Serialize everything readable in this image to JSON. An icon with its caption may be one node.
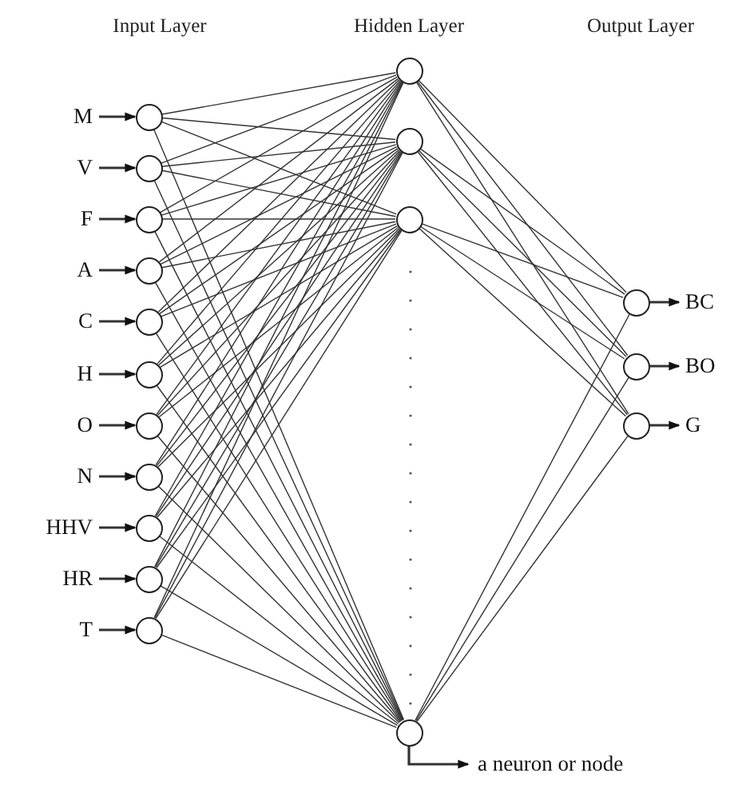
{
  "diagram": {
    "nodes": [
      {
        "text": [
          "M"
        ]
      },
      {
        "text": [
          "V"
        ]
      },
      {
        "text": [
          "F"
        ]
      },
      {
        "text": [
          "A"
        ]
      },
      {
        "text": [
          "C"
        ]
      },
      {
        "text": [
          "H"
        ]
      },
      {
        "text": [
          "O"
        ]
      },
      {
        "text": [
          "N"
        ]
      },
      {
        "text": [
          "HHV"
        ]
      },
      {
        "text": [
          "HR"
        ]
      },
      {
        "text": [
          "T"
        ]
      },
      {
        "text": [],
        "shape": "circle"
      },
      {
        "text": [],
        "shape": "circle"
      },
      {
        "text": [],
        "shape": "circle"
      },
      {
        "text": [],
        "shape": "circle"
      },
      {
        "text": [],
        "shape": "circle"
      },
      {
        "text": [],
        "shape": "circle"
      },
      {
        "text": [],
        "shape": "circle"
      },
      {
        "text": [],
        "shape": "circle"
      },
      {
        "text": [],
        "shape": "circle"
      },
      {
        "text": [],
        "shape": "circle"
      },
      {
        "text": [],
        "shape": "circle"
      },
      {
        "text": [],
        "shape": "circle"
      },
      {
        "text": [],
        "shape": "circle"
      },
      {
        "text": [],
        "shape": "circle"
      },
      {
        "text": [],
        "shape": "circle"
      },
      {
        "text": [],
        "shape": "circle"
      },
      {
        "text": [],
        "shape": "circle"
      },
      {
        "text": [],
        "shape": "circle"
      },
      {
        "text": [
          "BC"
        ]
      },
      {
        "text": [
          "BO"
        ]
      },
      {
        "text": [
          "G"
        ]
      },
      {
        "text": [
          "a neuron or node"
        ]
      }
    ],
    "edges": [
      {
        "from": 0,
        "to": 11,
        "arrow": "to"
      },
      {
        "from": 1,
        "to": 12,
        "arrow": "to"
      },
      {
        "from": 2,
        "to": 13,
        "arrow": "to"
      },
      {
        "from": 3,
        "to": 14,
        "arrow": "to"
      },
      {
        "from": 4,
        "to": 15,
        "arrow": "to"
      },
      {
        "from": 5,
        "to": 16,
        "arrow": "to"
      },
      {
        "from": 6,
        "to": 17,
        "arrow": "to"
      },
      {
        "from": 7,
        "to": 18,
        "arrow": "to"
      },
      {
        "from": 8,
        "to": 19,
        "arrow": "to"
      },
      {
        "from": 9,
        "to": 20,
        "arrow": "to"
      },
      {
        "from": 10,
        "to": 21,
        "arrow": "to"
      },
      {
        "from": 11,
        "to": 22,
        "arrow": "none"
      },
      {
        "from": 11,
        "to": 23,
        "arrow": "none"
      },
      {
        "from": 11,
        "to": 24,
        "arrow": "none"
      },
      {
        "from": 11,
        "to": 25,
        "arrow": "none"
      },
      {
        "from": 12,
        "to": 22,
        "arrow": "none"
      },
      {
        "from": 12,
        "to": 23,
        "arrow": "none"
      },
      {
        "from": 12,
        "to": 24,
        "arrow": "none"
      },
      {
        "from": 12,
        "to": 25,
        "arrow": "none"
      },
      {
        "from": 13,
        "to": 22,
        "arrow": "none"
      },
      {
        "from": 13,
        "to": 23,
        "arrow": "none"
      },
      {
        "from": 13,
        "to": 24,
        "arrow": "none"
      },
      {
        "from": 13,
        "to": 25,
        "arrow": "none"
      },
      {
        "from": 14,
        "to": 22,
        "arrow": "none"
      },
      {
        "from": 14,
        "to": 23,
        "arrow": "none"
      },
      {
        "from": 14,
        "to": 24,
        "arrow": "none"
      },
      {
        "from": 14,
        "to": 25,
        "arrow": "none"
      },
      {
        "from": 15,
        "to": 22,
        "arrow": "none"
      },
      {
        "from": 15,
        "to": 23,
        "arrow": "none"
      },
      {
        "from": 15,
        "to": 24,
        "arrow": "none"
      },
      {
        "from": 15,
        "to": 25,
        "arrow": "none"
      },
      {
        "from": 16,
        "to": 22,
        "arrow": "none"
      },
      {
        "from": 16,
        "to": 23,
        "arrow": "none"
      },
      {
        "from": 16,
        "to": 24,
        "arrow": "none"
      },
      {
        "from": 16,
        "to": 25,
        "arrow": "none"
      },
      {
        "from": 17,
        "to": 22,
        "arrow": "none"
      },
      {
        "from": 17,
        "to": 23,
        "arrow": "none"
      },
      {
        "from": 17,
        "to": 24,
        "arrow": "none"
      },
      {
        "from": 17,
        "to": 25,
        "arrow": "none"
      },
      {
        "from": 18,
        "to": 22,
        "arrow": "none"
      },
      {
        "from": 18,
        "to": 23,
        "arrow": "none"
      },
      {
        "from": 18,
        "to": 24,
        "arrow": "none"
      },
      {
        "from": 18,
        "to": 25,
        "arrow": "none"
      },
      {
        "from": 19,
        "to": 22,
        "arrow": "none"
      },
      {
        "from": 19,
        "to": 23,
        "arrow": "none"
      },
      {
        "from": 19,
        "to": 24,
        "arrow": "none"
      },
      {
        "from": 19,
        "to": 25,
        "arrow": "none"
      },
      {
        "from": 20,
        "to": 22,
        "arrow": "none"
      },
      {
        "from": 20,
        "to": 23,
        "arrow": "none"
      },
      {
        "from": 20,
        "to": 24,
        "arrow": "none"
      },
      {
        "from": 20,
        "to": 25,
        "arrow": "none"
      },
      {
        "from": 21,
        "to": 22,
        "arrow": "none"
      },
      {
        "from": 21,
        "to": 23,
        "arrow": "none"
      },
      {
        "from": 21,
        "to": 24,
        "arrow": "none"
      },
      {
        "from": 21,
        "to": 25,
        "arrow": "none"
      },
      {
        "from": 22,
        "to": 26,
        "arrow": "none"
      },
      {
        "from": 22,
        "to": 27,
        "arrow": "none"
      },
      {
        "from": 22,
        "to": 28,
        "arrow": "none"
      },
      {
        "from": 23,
        "to": 26,
        "arrow": "none"
      },
      {
        "from": 23,
        "to": 27,
        "arrow": "none"
      },
      {
        "from": 23,
        "to": 28,
        "arrow": "none"
      },
      {
        "from": 24,
        "to": 26,
        "arrow": "none"
      },
      {
        "from": 24,
        "to": 27,
        "arrow": "none"
      },
      {
        "from": 24,
        "to": 28,
        "arrow": "none"
      },
      {
        "from": 25,
        "to": 26,
        "arrow": "none"
      },
      {
        "from": 25,
        "to": 27,
        "arrow": "none"
      },
      {
        "from": 25,
        "to": 28,
        "arrow": "none"
      },
      {
        "from": 26,
        "to": 29,
        "arrow": "to"
      },
      {
        "from": 27,
        "to": 30,
        "arrow": "to"
      },
      {
        "from": 28,
        "to": 31,
        "arrow": "to"
      },
      {
        "from": 25,
        "to": 32,
        "arrow": "to"
      }
    ],
    "labels": [
      "Input Layer",
      "Hidden Layer",
      "Output Layer"
    ]
  }
}
